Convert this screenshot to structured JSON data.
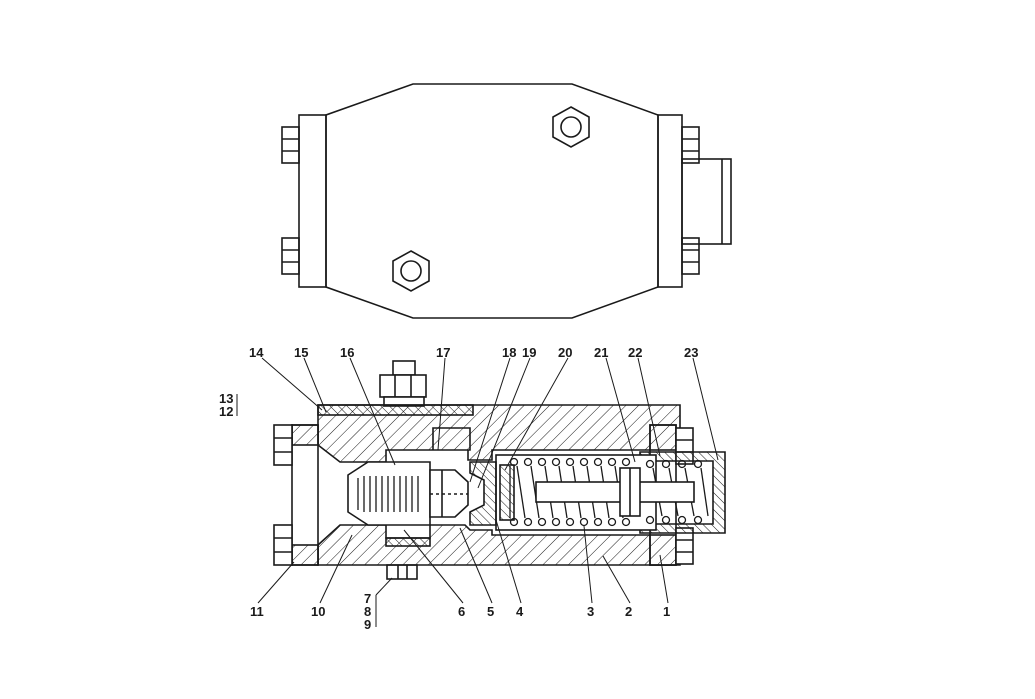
{
  "diagram": {
    "title": "",
    "callouts": {
      "n1": "1",
      "n2": "2",
      "n3": "3",
      "n4": "4",
      "n5": "5",
      "n6": "6",
      "n7": "7",
      "n8": "8",
      "n9": "9",
      "n10": "10",
      "n11": "11",
      "n12": "12",
      "n13": "13",
      "n14": "14",
      "n15": "15",
      "n16": "16",
      "n17": "17",
      "n18": "18",
      "n19": "19",
      "n20": "20",
      "n21": "21",
      "n22": "22",
      "n23": "23"
    }
  },
  "colors": {
    "line": "#1a1a1a",
    "background": "#ffffff"
  }
}
